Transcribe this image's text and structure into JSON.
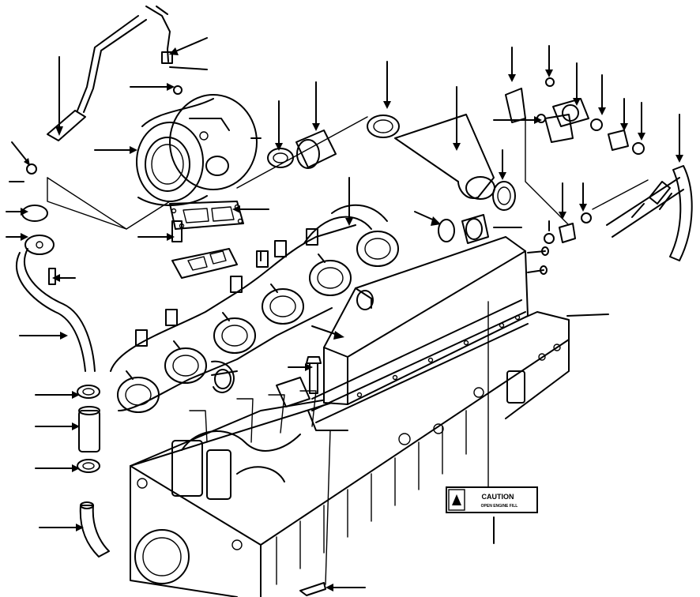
{
  "decal": {
    "title": "CAUTION",
    "subtitle": "OPEN ENGINE FILL"
  },
  "colors": {
    "ink": "#000000",
    "paper": "#ffffff"
  },
  "callout_count": 38
}
